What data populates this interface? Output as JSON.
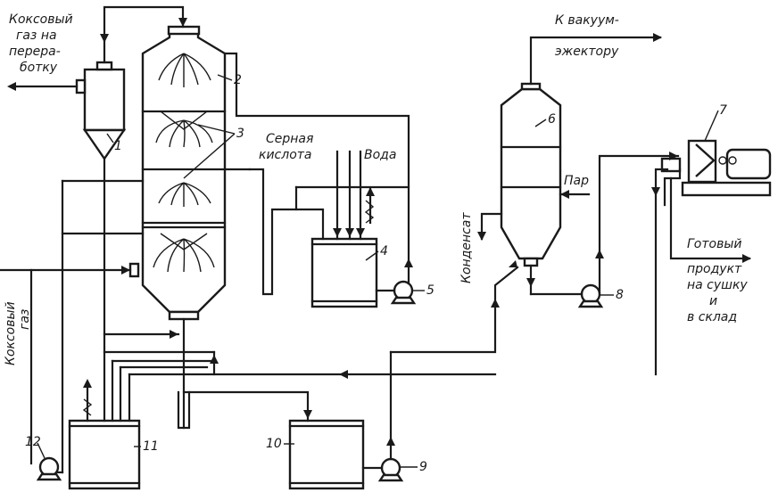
{
  "labels": {
    "coke_gas_out_1": "Коксовый",
    "coke_gas_out_2": "газ на",
    "coke_gas_out_3": "перера-",
    "coke_gas_out_4": "ботку",
    "coke_gas_in_1": "Коксовый",
    "coke_gas_in_2": "газ",
    "sulfuric_1": "Серная",
    "sulfuric_2": "кислота",
    "water": "Вода",
    "vacuum_1": "К вакуум-",
    "vacuum_2": "эжектору",
    "steam": "Пар",
    "condensate": "Конденсат",
    "product_1": "Готовый",
    "product_2": "продукт",
    "product_3": "на сушку",
    "product_4": "и",
    "product_5": "в склад"
  },
  "numbers": {
    "n1": "1",
    "n2": "2",
    "n3": "3",
    "n4": "4",
    "n5": "5",
    "n6": "6",
    "n7": "7",
    "n8": "8",
    "n9": "9",
    "n10": "10",
    "n11": "11",
    "n12": "12"
  }
}
